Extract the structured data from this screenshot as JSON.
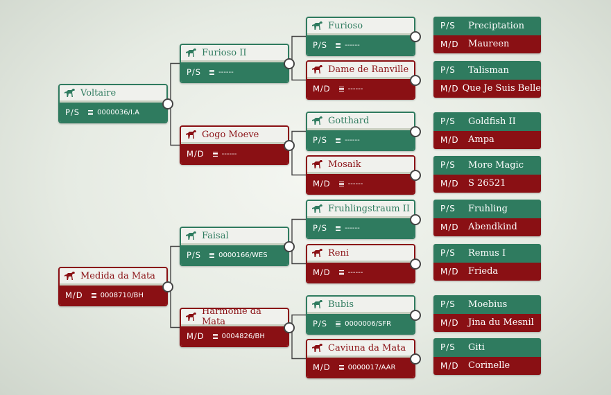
{
  "colors": {
    "sire": "#2f7b5f",
    "dam": "#8a1014",
    "header": "#f0f1ed",
    "connector": "#444444"
  },
  "icons": {
    "horse": "horse-icon",
    "registry": "list-icon"
  },
  "nodes": [
    {
      "name": "Voltaire",
      "role": "P/S",
      "reg": "0000036/I.A",
      "sex": "sire"
    },
    {
      "name": "Medida da Mata",
      "role": "M/D",
      "reg": "0008710/BH",
      "sex": "dam"
    },
    {
      "name": "Furioso II",
      "role": "P/S",
      "reg": "------",
      "sex": "sire"
    },
    {
      "name": "Gogo Moeve",
      "role": "M/D",
      "reg": "------",
      "sex": "dam"
    },
    {
      "name": "Faisal",
      "role": "P/S",
      "reg": "0000166/WES",
      "sex": "sire"
    },
    {
      "name": "Harmonie da Mata",
      "role": "M/D",
      "reg": "0004826/BH",
      "sex": "dam"
    },
    {
      "name": "Furioso",
      "role": "P/S",
      "reg": "------",
      "sex": "sire"
    },
    {
      "name": "Dame de Ranville",
      "role": "M/D",
      "reg": "------",
      "sex": "dam"
    },
    {
      "name": "Gotthard",
      "role": "P/S",
      "reg": "------",
      "sex": "sire"
    },
    {
      "name": "Mosaik",
      "role": "M/D",
      "reg": "------",
      "sex": "dam"
    },
    {
      "name": "Fruhlingstraum II",
      "role": "P/S",
      "reg": "------",
      "sex": "sire"
    },
    {
      "name": "Reni",
      "role": "M/D",
      "reg": "------",
      "sex": "dam"
    },
    {
      "name": "Bubis",
      "role": "P/S",
      "reg": "0000006/SFR",
      "sex": "sire"
    },
    {
      "name": "Caviuna da Mata",
      "role": "M/D",
      "reg": "0000017/AAR",
      "sex": "dam"
    }
  ],
  "leaves": [
    {
      "sire_role": "P/S",
      "sire": "Preciptation",
      "dam_role": "M/D",
      "dam": "Maureen"
    },
    {
      "sire_role": "P/S",
      "sire": "Talisman",
      "dam_role": "M/D",
      "dam": "Que Je Suis Belle"
    },
    {
      "sire_role": "P/S",
      "sire": "Goldfish II",
      "dam_role": "M/D",
      "dam": "Ampa"
    },
    {
      "sire_role": "P/S",
      "sire": "More Magic",
      "dam_role": "M/D",
      "dam": "S 26521"
    },
    {
      "sire_role": "P/S",
      "sire": "Fruhling",
      "dam_role": "M/D",
      "dam": "Abendkind"
    },
    {
      "sire_role": "P/S",
      "sire": "Remus I",
      "dam_role": "M/D",
      "dam": "Frieda"
    },
    {
      "sire_role": "P/S",
      "sire": "Moebius",
      "dam_role": "M/D",
      "dam": "Jina du Mesnil"
    },
    {
      "sire_role": "P/S",
      "sire": "Giti",
      "dam_role": "M/D",
      "dam": "Corinelle"
    }
  ]
}
